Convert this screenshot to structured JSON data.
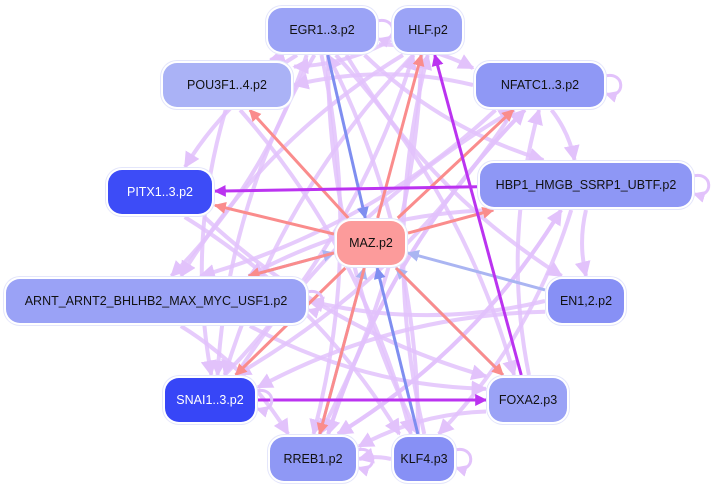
{
  "colors": {
    "edge_default": "#e2c2fb",
    "edge_purple": "#bb33f0",
    "edge_salmon": "#fa8c8c",
    "edge_blue": "#7f8ef0",
    "edge_lightblue": "#aab5f2",
    "node_center": "#fc9a9a",
    "node_light": "#a9b1f6",
    "node_mid": "#9aa3f6",
    "node_dark": "#3948f8"
  },
  "nodes": [
    {
      "id": "egr",
      "label": "EGR1..3.p2",
      "fill": "#9ba3f6",
      "dark": false
    },
    {
      "id": "hlf",
      "label": "HLF.p2",
      "fill": "#9ba3f6",
      "dark": false
    },
    {
      "id": "pou",
      "label": "POU3F1..4.p2",
      "fill": "#aab2f6",
      "dark": false
    },
    {
      "id": "nfatc",
      "label": "NFATC1..3.p2",
      "fill": "#8f98f5",
      "dark": false
    },
    {
      "id": "pitx",
      "label": "PITX1..3.p2",
      "fill": "#3d4cf7",
      "dark": true
    },
    {
      "id": "hbp",
      "label": "HBP1_HMGB_SSRP1_UBTF.p2",
      "fill": "#8e97f5",
      "dark": false
    },
    {
      "id": "maz",
      "label": "MAZ.p2",
      "fill": "#fc9b9b",
      "dark": false
    },
    {
      "id": "arnt",
      "label": "ARNT_ARNT2_BHLHB2_MAX_MYC_USF1.p2",
      "fill": "#9aa2f6",
      "dark": false
    },
    {
      "id": "en",
      "label": "EN1,2.p2",
      "fill": "#8790f5",
      "dark": false
    },
    {
      "id": "snai",
      "label": "SNAI1..3.p2",
      "fill": "#3746f7",
      "dark": true
    },
    {
      "id": "foxa",
      "label": "FOXA2.p3",
      "fill": "#9aa2f6",
      "dark": false
    },
    {
      "id": "rreb",
      "label": "RREB1.p2",
      "fill": "#8f98f5",
      "dark": false
    },
    {
      "id": "klf",
      "label": "KLF4.p3",
      "fill": "#8790f5",
      "dark": false
    }
  ],
  "edges": [
    {
      "from": "egr",
      "to": "maz",
      "color": "blue"
    },
    {
      "from": "maz",
      "to": "hlf",
      "color": "salmon"
    },
    {
      "from": "maz",
      "to": "pou",
      "color": "salmon"
    },
    {
      "from": "maz",
      "to": "nfatc",
      "color": "salmon"
    },
    {
      "from": "maz",
      "to": "pitx",
      "color": "salmon"
    },
    {
      "from": "maz",
      "to": "hbp",
      "color": "salmon"
    },
    {
      "from": "maz",
      "to": "arnt",
      "color": "salmon"
    },
    {
      "from": "maz",
      "to": "foxa",
      "color": "salmon"
    },
    {
      "from": "maz",
      "to": "rreb",
      "color": "salmon"
    },
    {
      "from": "maz",
      "to": "snai",
      "color": "salmon"
    },
    {
      "from": "en",
      "to": "maz",
      "color": "lightblue"
    },
    {
      "from": "klf",
      "to": "maz",
      "color": "blue"
    },
    {
      "from": "rreb",
      "to": "maz",
      "color": "lightblue"
    },
    {
      "from": "foxa",
      "to": "maz",
      "color": "lightblue"
    },
    {
      "from": "arnt",
      "to": "maz",
      "color": "lightblue"
    },
    {
      "from": "hbp",
      "to": "pitx",
      "color": "purple"
    },
    {
      "from": "snai",
      "to": "foxa",
      "color": "purple"
    },
    {
      "from": "foxa",
      "to": "hlf",
      "color": "purple"
    },
    {
      "from": "egr",
      "to": "nfatc",
      "color": "default"
    },
    {
      "from": "egr",
      "to": "hbp",
      "color": "default"
    },
    {
      "from": "egr",
      "to": "pou",
      "color": "default"
    },
    {
      "from": "egr",
      "to": "pitx",
      "color": "default"
    },
    {
      "from": "egr",
      "to": "arnt",
      "color": "default"
    },
    {
      "from": "egr",
      "to": "snai",
      "color": "default"
    },
    {
      "from": "egr",
      "to": "rreb",
      "color": "default"
    },
    {
      "from": "egr",
      "to": "klf",
      "color": "default"
    },
    {
      "from": "egr",
      "to": "foxa",
      "color": "default"
    },
    {
      "from": "egr",
      "to": "en",
      "color": "default"
    },
    {
      "from": "hlf",
      "to": "pou",
      "color": "default"
    },
    {
      "from": "hlf",
      "to": "arnt",
      "color": "default"
    },
    {
      "from": "hlf",
      "to": "rreb",
      "color": "default"
    },
    {
      "from": "hlf",
      "to": "snai",
      "color": "default"
    },
    {
      "from": "nfatc",
      "to": "arnt",
      "color": "default"
    },
    {
      "from": "nfatc",
      "to": "rreb",
      "color": "default"
    },
    {
      "from": "nfatc",
      "to": "snai",
      "color": "default"
    },
    {
      "from": "nfatc",
      "to": "pou",
      "color": "default"
    },
    {
      "from": "nfatc",
      "to": "hbp",
      "color": "default"
    },
    {
      "from": "hbp",
      "to": "arnt",
      "color": "default"
    },
    {
      "from": "hbp",
      "to": "rreb",
      "color": "default"
    },
    {
      "from": "hbp",
      "to": "en",
      "color": "default"
    },
    {
      "from": "hbp",
      "to": "klf",
      "color": "default"
    },
    {
      "from": "pou",
      "to": "snai",
      "color": "default"
    },
    {
      "from": "pou",
      "to": "klf",
      "color": "default"
    },
    {
      "from": "pitx",
      "to": "foxa",
      "color": "default"
    },
    {
      "from": "pitx",
      "to": "klf",
      "color": "default"
    },
    {
      "from": "arnt",
      "to": "foxa",
      "color": "default"
    },
    {
      "from": "arnt",
      "to": "rreb",
      "color": "default"
    },
    {
      "from": "en",
      "to": "snai",
      "color": "default"
    },
    {
      "from": "en",
      "to": "arnt",
      "color": "default"
    },
    {
      "from": "foxa",
      "to": "rreb",
      "color": "default"
    },
    {
      "from": "foxa",
      "to": "nfatc",
      "color": "default"
    },
    {
      "from": "klf",
      "to": "rreb",
      "color": "default"
    },
    {
      "from": "klf",
      "to": "hlf",
      "color": "default"
    },
    {
      "from": "klf",
      "to": "egr",
      "color": "default"
    },
    {
      "from": "rreb",
      "to": "nfatc",
      "color": "default"
    },
    {
      "from": "rreb",
      "to": "hbp",
      "color": "default"
    },
    {
      "from": "snai",
      "to": "nfatc",
      "color": "default"
    },
    {
      "from": "snai",
      "to": "hlf",
      "color": "default"
    }
  ],
  "self_loops": [
    "egr",
    "nfatc",
    "hbp",
    "arnt",
    "snai",
    "rreb",
    "klf"
  ]
}
